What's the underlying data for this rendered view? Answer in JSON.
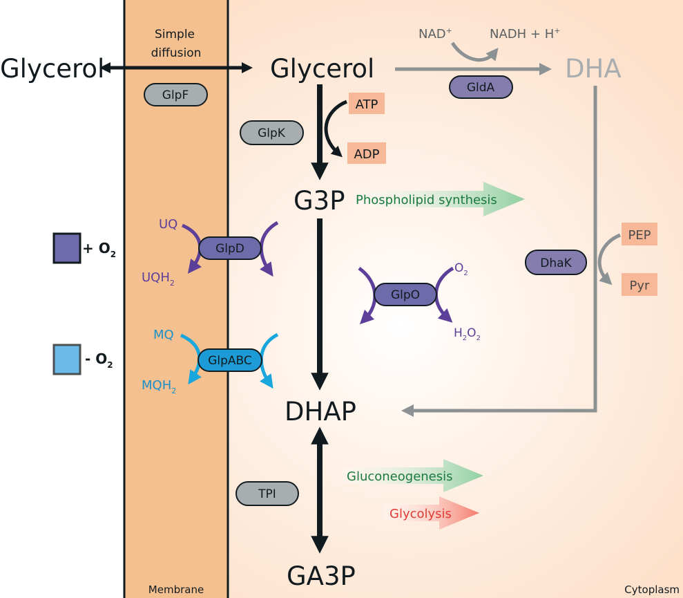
{
  "colors": {
    "membrane": "#f5c08f",
    "cytoplasm": "#fde1cb",
    "dark": "#111a1e",
    "grey": "#8c9193",
    "purple": "#5b3f98",
    "blue": "#19a6dc",
    "green_text": "#1a7a3e",
    "red_text": "#e03a36",
    "enzyme_grey": "#a8adaf",
    "enzyme_purple": "#857dae",
    "enzyme_violet": "#6f6aa9",
    "enzyme_blue": "#1d9bd6",
    "cofactor_box": "#f7b897"
  },
  "compartments": {
    "membrane": "Membrane",
    "cytoplasm": "Cytoplasm",
    "membrane_transport": [
      "Simple",
      "diffusion"
    ]
  },
  "metabolites": {
    "glycerol_out": "Glycerol",
    "glycerol_in": "Glycerol",
    "dha": "DHA",
    "g3p": "G3P",
    "dhap": "DHAP",
    "ga3p": "GA3P"
  },
  "cofactors": {
    "atp": "ATP",
    "adp": "ADP",
    "nad": "NAD",
    "nad_sup": "+",
    "nadh": "NADH + H",
    "nadh_sup": "+",
    "pep": "PEP",
    "pyr": "Pyr",
    "uq": "UQ",
    "uqh": "UQH",
    "uqh_sub": "2",
    "mq": "MQ",
    "mqh": "MQH",
    "mqh_sub": "2",
    "o2": "O",
    "o2_sub": "2",
    "h2o2_h": "H",
    "h2o2_sub1": "2",
    "h2o2_o": "O",
    "h2o2_sub2": "2"
  },
  "enzymes": {
    "glpf": "GlpF",
    "glpk": "GlpK",
    "glda": "GldA",
    "glpd": "GlpD",
    "glpo": "GlpO",
    "glpabc": "GlpABC",
    "dhak": "DhaK",
    "tpi": "TPI"
  },
  "pathways": {
    "phospholipid": "Phospholipid synthesis",
    "gluconeogenesis": "Gluconeogenesis",
    "glycolysis": "Glycolysis"
  },
  "legend": {
    "aerobic": {
      "label": "+ O",
      "sub": "2",
      "color": "#6f6aa9"
    },
    "anaerobic": {
      "label": "- O",
      "sub": "2",
      "color": "#6bbbe8"
    }
  }
}
